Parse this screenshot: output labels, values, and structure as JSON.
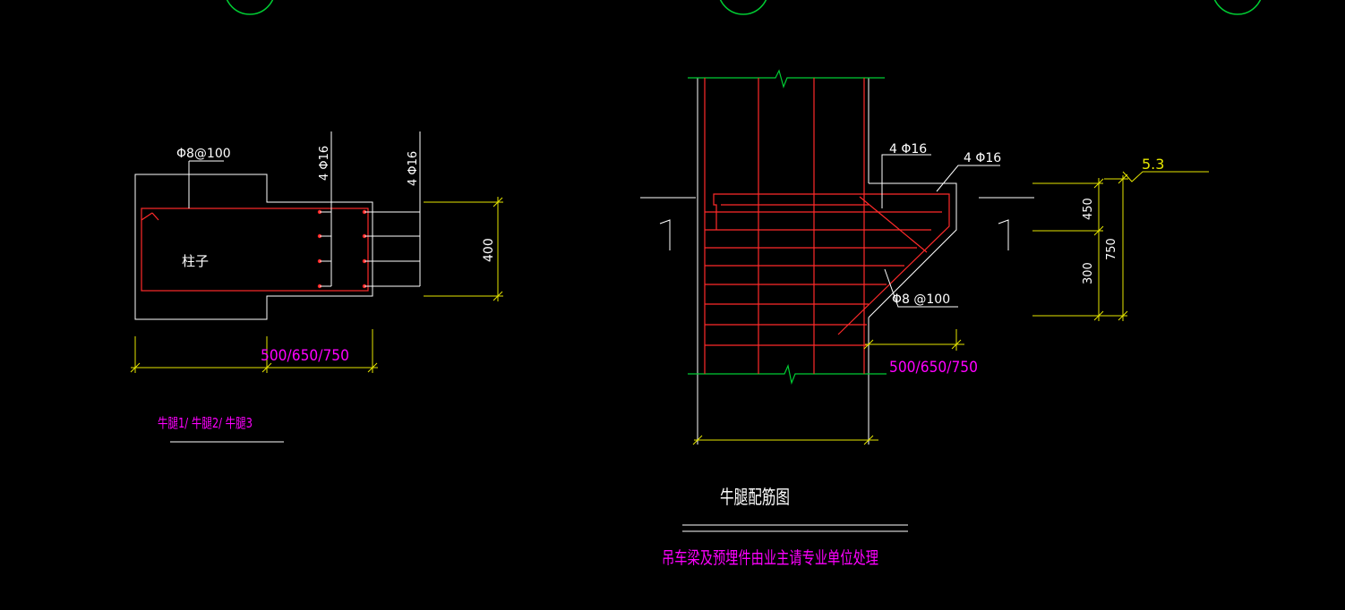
{
  "colors": {
    "background": "#000000",
    "outline": "#ffffff",
    "rebar": "#ff2a2a",
    "dimension": "#e6e600",
    "axis_bubble": "#00cc33",
    "magenta_text": "#ff00ff",
    "label_text": "#ffffff"
  },
  "plan": {
    "stirrup_label": "Φ8@100",
    "bar_label_1": "4 Φ16",
    "bar_label_2": "4 Φ16",
    "column_label": "柱子",
    "dim_width": "500/650/750",
    "dim_height": "400",
    "corbel_names": "牛腿1/ 牛腿2/ 牛腿3"
  },
  "section": {
    "top_bar_label": "4 Φ16",
    "slope_bar_label": "4 Φ16",
    "stirrup_label": "Φ8  @100",
    "dim_width": "500/650/750",
    "dim_450": "450",
    "dim_300": "300",
    "dim_750": "750",
    "elevation": "5.3",
    "section_mark_left": "1",
    "section_mark_right": "1"
  },
  "titles": {
    "drawing_title": "牛腿配筋图",
    "note": "吊车梁及预埋件由业主请专业单位处理"
  }
}
